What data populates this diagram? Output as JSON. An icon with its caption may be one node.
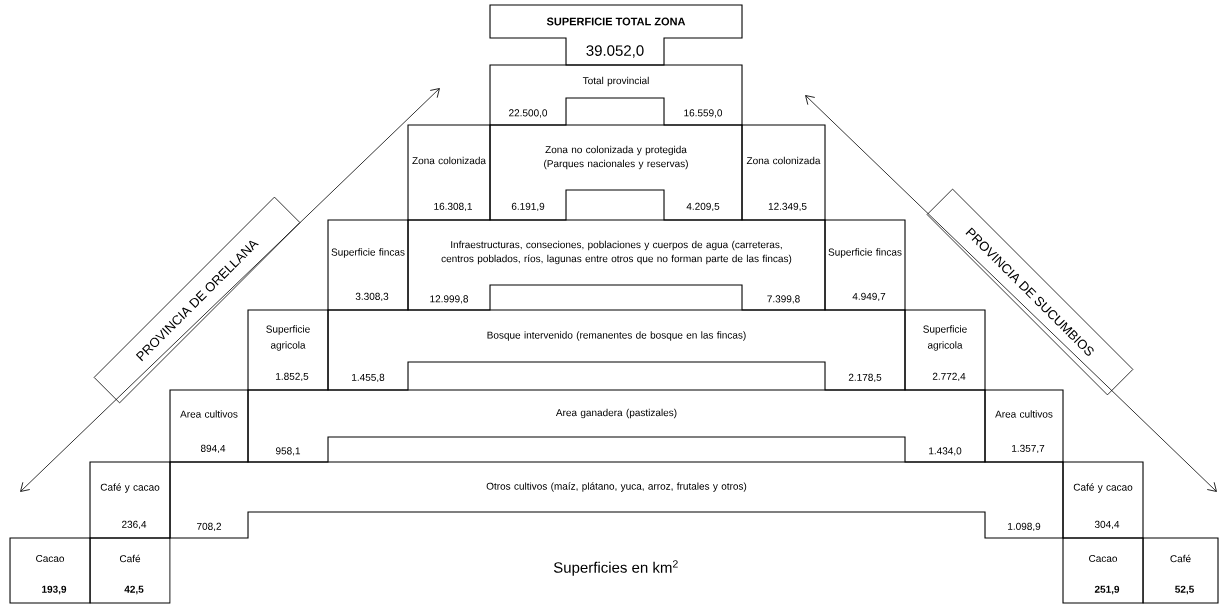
{
  "diagram": {
    "nodes": [
      {
        "text": [
          "SUPERFICIE TOTAL ZONA",
          "39.052,0"
        ]
      },
      {
        "text": [
          "Total provincial",
          "22.500,0",
          "16.559,0"
        ]
      },
      {
        "text": [
          "Zona colonizada",
          "16.308,1"
        ]
      },
      {
        "text": [
          "Zona no colonizada y protegida (Parques nacionales y reservas)",
          "6.191,9",
          "4.209,5"
        ]
      },
      {
        "text": [
          "Zona colonizada",
          "12.349,5"
        ]
      },
      {
        "text": [
          "Superficie fincas",
          "3.308,3"
        ]
      },
      {
        "text": [
          "Infraestructuras, conseciones, poblaciones y cuerpos de agua (carreteras, centros poblados, ríos, lagunas entre otros que no forman parte de las fincas)",
          "12.999,8",
          "7.399,8"
        ]
      },
      {
        "text": [
          "Superficie fincas",
          "4.949,7"
        ]
      },
      {
        "text": [
          "Superficie agricola",
          "1.852,5"
        ]
      },
      {
        "text": [
          "Bosque intervenido (remanentes de bosque en las fincas)",
          "1.455,8",
          "2.178,5"
        ]
      },
      {
        "text": [
          "Superficie agricola",
          "2.772,4"
        ]
      },
      {
        "text": [
          "Area cultivos",
          "894,4"
        ]
      },
      {
        "text": [
          "Area ganadera (pastizales)",
          "958,1",
          "1.434,0"
        ]
      },
      {
        "text": [
          "Area cultivos",
          "1.357,7"
        ]
      },
      {
        "text": [
          "Café y cacao",
          "236,4"
        ]
      },
      {
        "text": [
          "Otros cultivos (maíz, plátano, yuca, arroz, frutales y otros)",
          "708,2",
          "1.098,9"
        ]
      },
      {
        "text": [
          "Café y cacao",
          "304,4"
        ]
      },
      {
        "text": [
          "Cacao",
          "193,9"
        ]
      },
      {
        "text": [
          "Café",
          "42,5"
        ]
      },
      {
        "text": [
          "Cacao",
          "251,9"
        ]
      },
      {
        "text": [
          "Café",
          "52,5"
        ]
      },
      {
        "text": [
          "PROVINCIA DE ORELLANA"
        ]
      },
      {
        "text": [
          "PROVINCIA DE SUCUMBIOS"
        ]
      }
    ],
    "labels": [
      "Superficies en km$^{2}$"
    ]
  }
}
